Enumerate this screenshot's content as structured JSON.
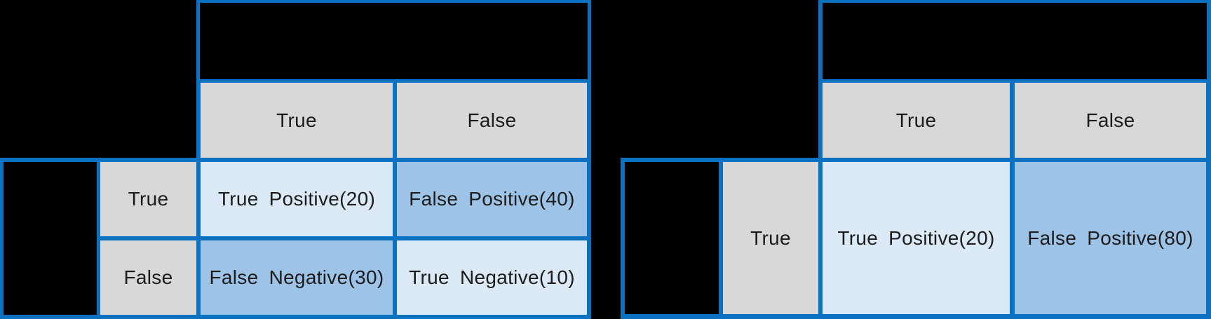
{
  "diagram": {
    "description": "Two confusion matrix tables side by side on a black background",
    "colors": {
      "border_blue": "#0b72c2",
      "header_gray": "#d8d8d8",
      "true_cell_light_blue": "#dce9f6",
      "false_cell_medium_blue": "#9dc3e6",
      "background": "#000000",
      "text": "#1c1c1c"
    },
    "left_matrix": {
      "col_headers": [
        "True",
        "False"
      ],
      "row_headers": [
        "True",
        "False"
      ],
      "cells": [
        [
          "True Positive(20)",
          "False Positive(40)"
        ],
        [
          "False Negative(30)",
          "True Negative(10)"
        ]
      ]
    },
    "right_matrix": {
      "col_headers": [
        "True",
        "False"
      ],
      "row_headers": [
        "True"
      ],
      "cells": [
        [
          "True Positive(20)",
          "False Positive(80)"
        ]
      ]
    }
  }
}
